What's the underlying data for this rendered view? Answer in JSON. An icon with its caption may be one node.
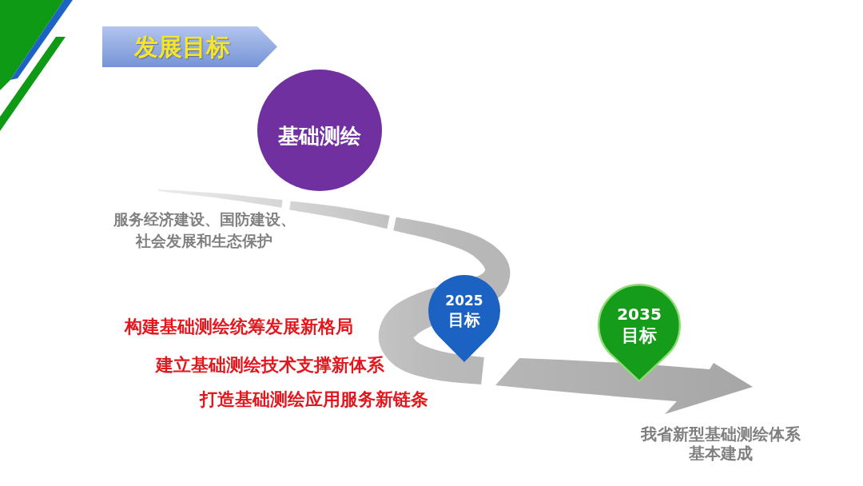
{
  "diagram": {
    "title": "发展目标",
    "nodes": [
      {
        "text": [
          "基础测绘"
        ]
      },
      {
        "text": [
          "2025",
          "目标"
        ]
      },
      {
        "text": [
          "2035",
          "目标"
        ]
      }
    ],
    "labels": [
      "服务经济建设、国防建设、社会发展和生态保护",
      "构建基础测绘统筹发展新格局",
      "建立基础测绘技术支撑新体系",
      "打造基础测绘应用服务新链条",
      "我省新型基础测绘体系基本建成"
    ]
  }
}
